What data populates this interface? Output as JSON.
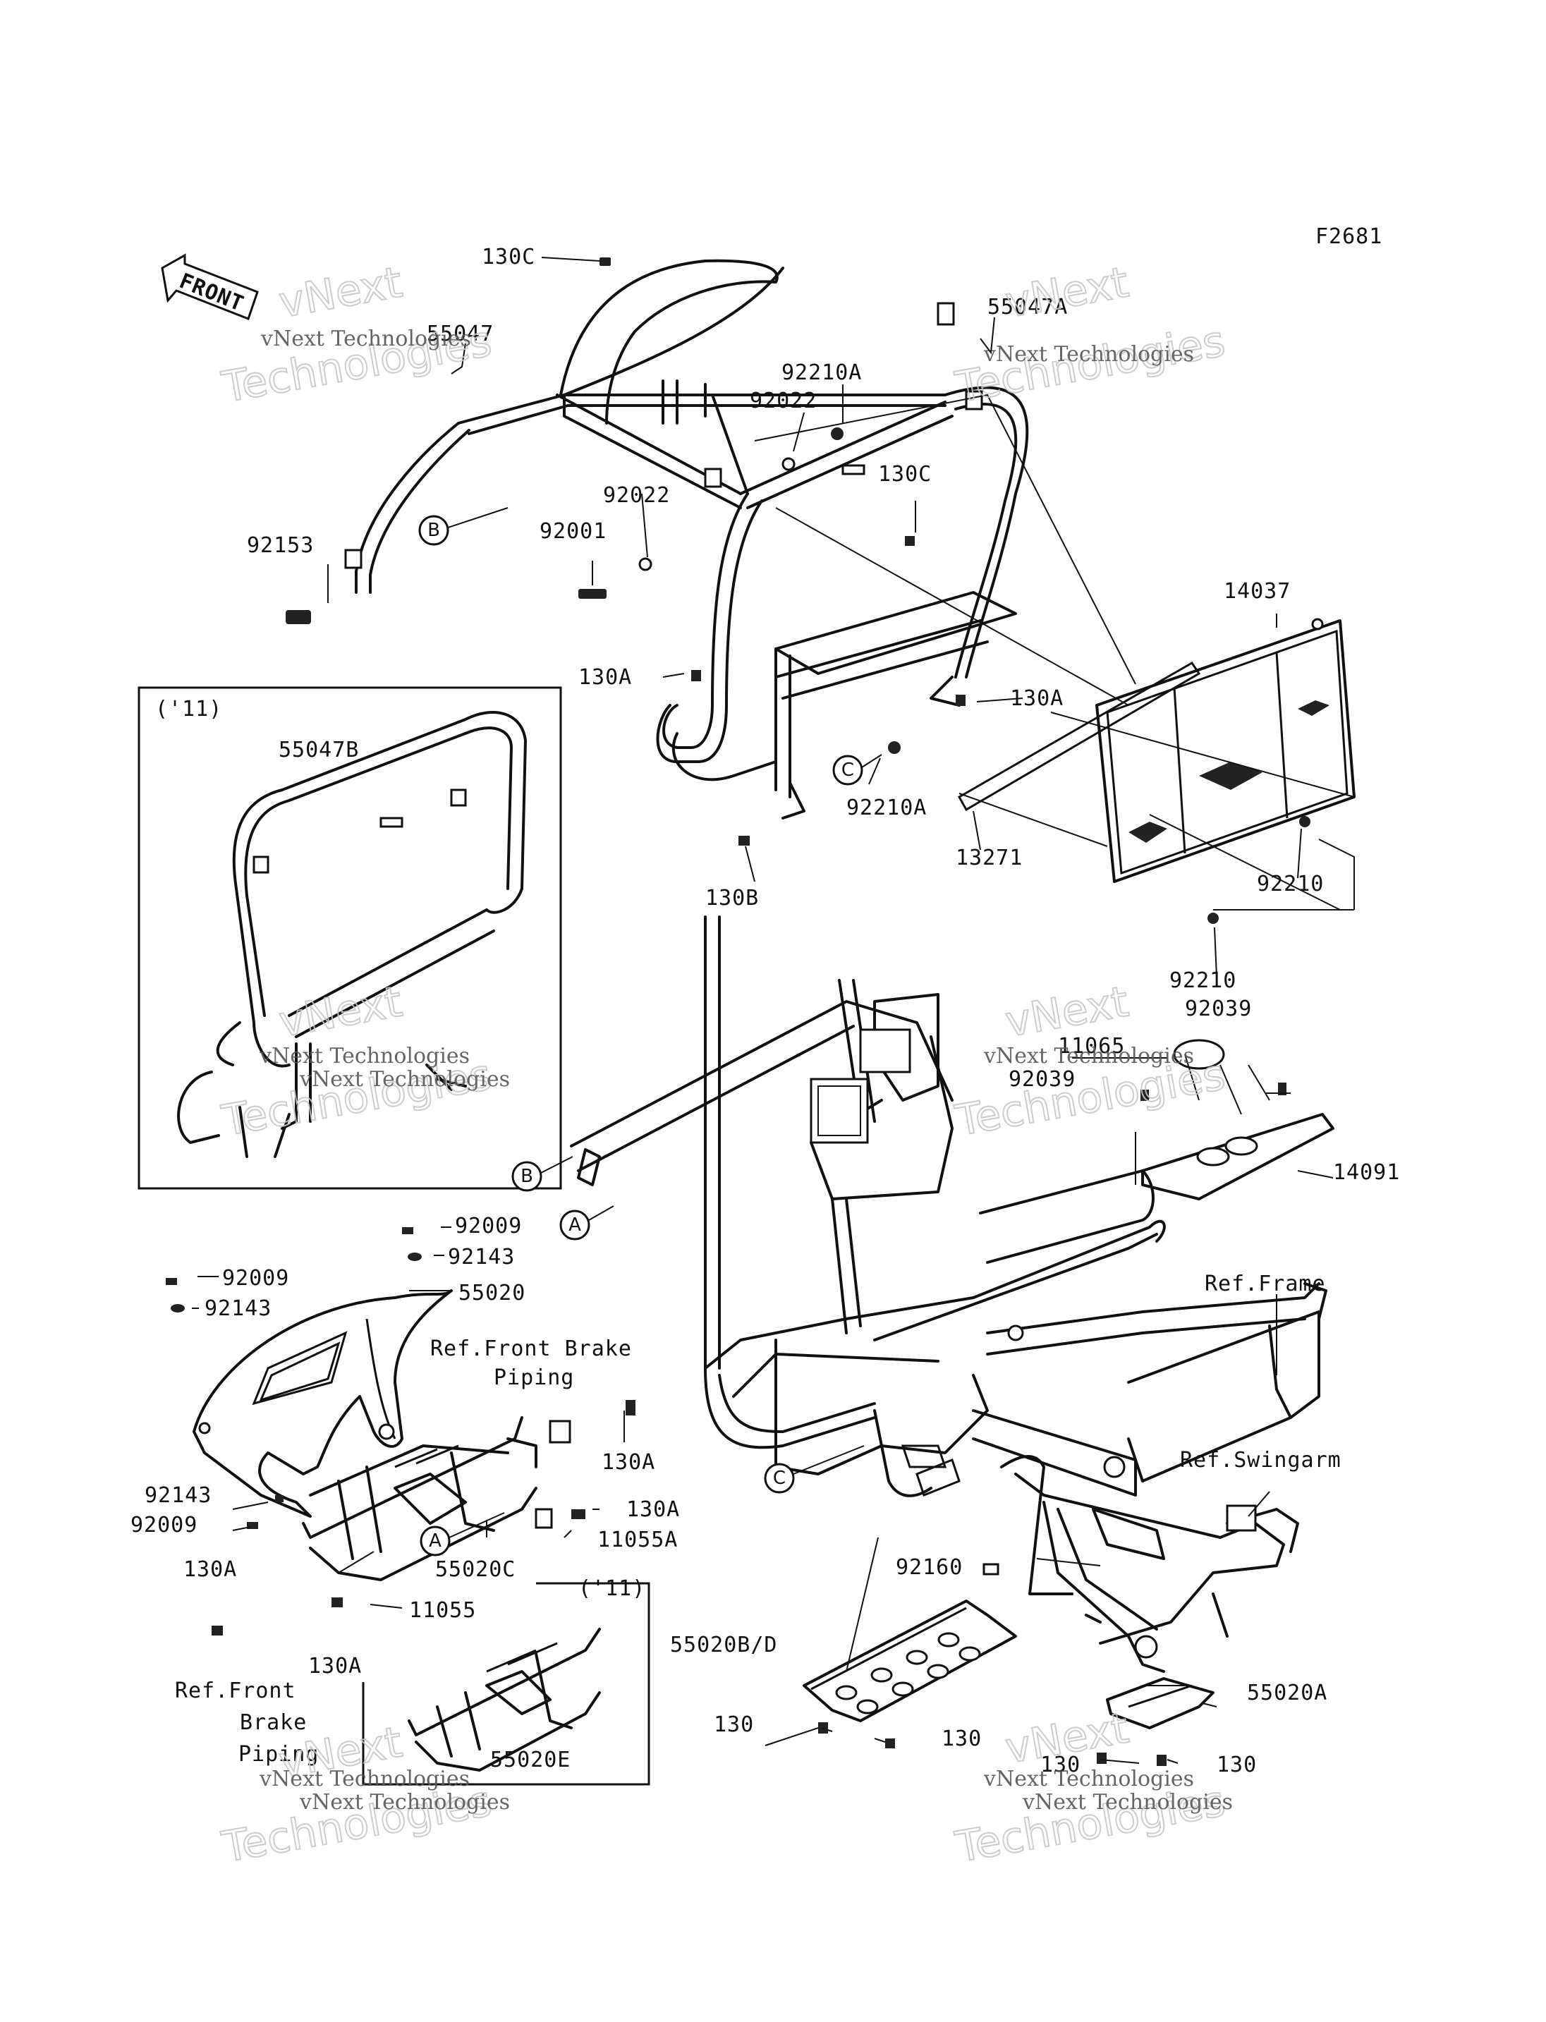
{
  "figure_code": "F2681",
  "front_arrow": "FRONT",
  "inset_label_1": "('11)",
  "inset_label_2": "('11)",
  "watermark": {
    "brand_top": "vNext",
    "brand_bottom": "Technologies",
    "brand_line": "vNext Technologies"
  },
  "callouts": {
    "B1": "B",
    "B2": "B",
    "A1": "A",
    "A2": "A",
    "C1": "C",
    "C2": "C"
  },
  "parts": {
    "p130C_top": "130C",
    "p55047A": "55047A",
    "p55047": "55047",
    "p92210A_top": "92210A",
    "p92022_top": "92022",
    "p92022_mid": "92022",
    "p92001": "92001",
    "p130C_mid": "130C",
    "p92153": "92153",
    "p14037": "14037",
    "p55047B": "55047B",
    "p130A_left": "130A",
    "p130A_right": "130A",
    "p92210A_mid": "92210A",
    "p13271": "13271",
    "p130B": "130B",
    "p92210_a": "92210",
    "p92210_b": "92210",
    "p92039_a": "92039",
    "p11065": "11065",
    "p92039_b": "92039",
    "p14091": "14091",
    "p92009_a": "92009",
    "p92143_a": "92143",
    "p92009_b": "92009",
    "p55020": "55020",
    "p92143_b": "92143",
    "ref_frame": "Ref.Frame",
    "ref_front_brake_1a": "Ref.Front Brake",
    "ref_front_brake_1b": "Piping",
    "p130A_brake": "130A",
    "p130A_b2": "130A",
    "p11055A": "11055A",
    "p92143_c": "92143",
    "p92009_c": "92009",
    "p55020C": "55020C",
    "ref_swingarm": "Ref.Swingarm",
    "p130A_low1": "130A",
    "p11055": "11055",
    "p130A_low2": "130A",
    "ref_front_brake_2a": "Ref.Front",
    "ref_front_brake_2b": "Brake",
    "ref_front_brake_2c": "Piping",
    "p55020E": "55020E",
    "p92160": "92160",
    "p55020BD": "55020B/D",
    "p130_a": "130",
    "p130_b": "130",
    "p55020A": "55020A",
    "p130_c": "130",
    "p130_d": "130"
  }
}
